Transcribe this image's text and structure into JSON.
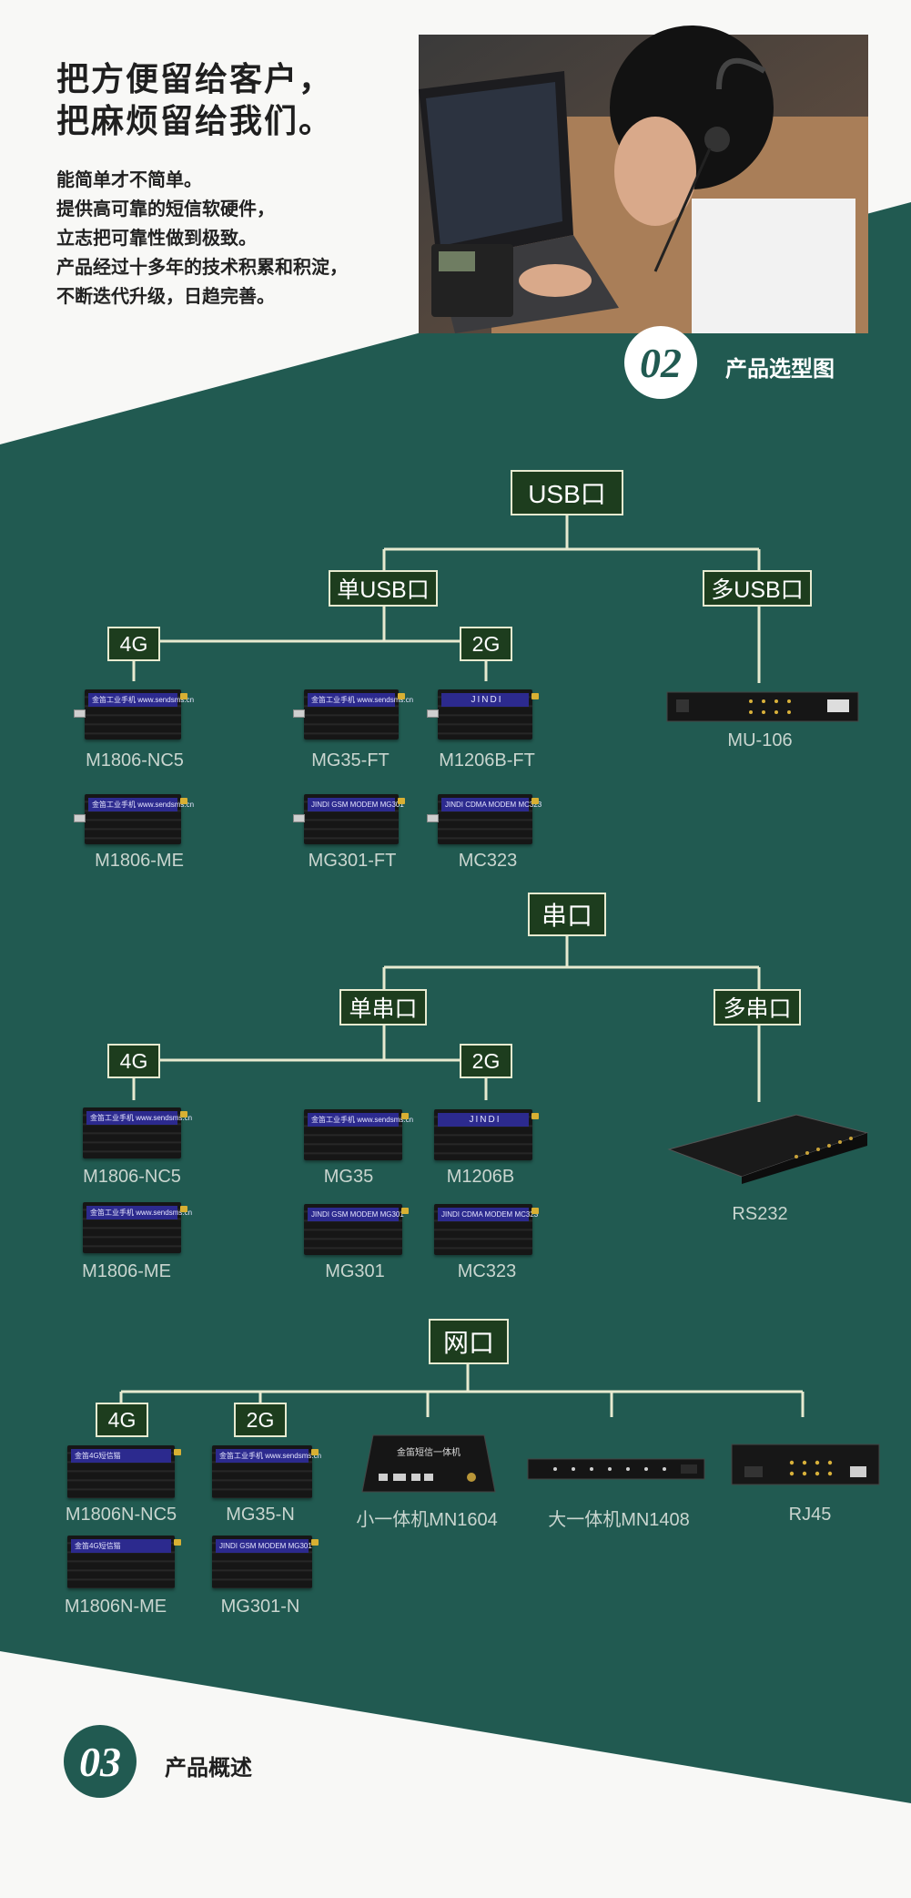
{
  "intro": {
    "title_lines": [
      "把方便留给客户，",
      "把麻烦留给我们。"
    ],
    "body_lines": [
      "能简单才不简单。",
      "提供高可靠的短信软硬件，",
      "立志把可靠性做到极致。",
      "产品经过十多年的技术积累和积淀，",
      "不断迭代升级，日趋完善。"
    ]
  },
  "section2": {
    "number": "02",
    "label": "产品选型图"
  },
  "usb": {
    "root": "USB口",
    "single": "单USB口",
    "multi": "多USB口",
    "tag_4g": "4G",
    "tag_2g": "2G",
    "products": {
      "m1806_nc5": "M1806-NC5",
      "m1806_me": "M1806-ME",
      "mg35_ft": "MG35-FT",
      "mg301_ft": "MG301-FT",
      "m1206b_ft": "M1206B-FT",
      "mc323": "MC323",
      "mu106": "MU-106"
    }
  },
  "serial": {
    "root": "串口",
    "single": "单串口",
    "multi": "多串口",
    "tag_4g": "4G",
    "tag_2g": "2G",
    "products": {
      "m1806_nc5": "M1806-NC5",
      "m1806_me": "M1806-ME",
      "mg35": "MG35",
      "mg301": "MG301",
      "m1206b": "M1206B",
      "mc323": "MC323",
      "rs232": "RS232"
    }
  },
  "network": {
    "root": "网口",
    "tag_4g": "4G",
    "tag_2g": "2G",
    "products": {
      "m1806n_nc5": "M1806N-NC5",
      "m1806n_me": "M1806N-ME",
      "mg35_n": "MG35-N",
      "mg301_n": "MG301-N",
      "mn1604": "小一体机MN1604",
      "mn1408": "大一体机MN1408",
      "rj45": "RJ45"
    }
  },
  "modem_labels": {
    "industrial": "金笛工业手机",
    "industrial_url": "www.sendsms.cn",
    "jindi": "JINDI",
    "gsm": "JINDI GSM MODEM",
    "gsm_model": "MG301",
    "cdma": "JINDI CDMA MODEM",
    "cdma_model": "MC323",
    "lte": "金笛4G短信猫",
    "all_in_one": "金笛短信一体机"
  },
  "section3": {
    "number": "03",
    "label": "产品概述"
  },
  "colors": {
    "green": "#215a51",
    "node_fill": "#1d3d1e",
    "line": "#e7ead0",
    "badge_text": "#215a51",
    "caption": "#c9d5cf"
  }
}
